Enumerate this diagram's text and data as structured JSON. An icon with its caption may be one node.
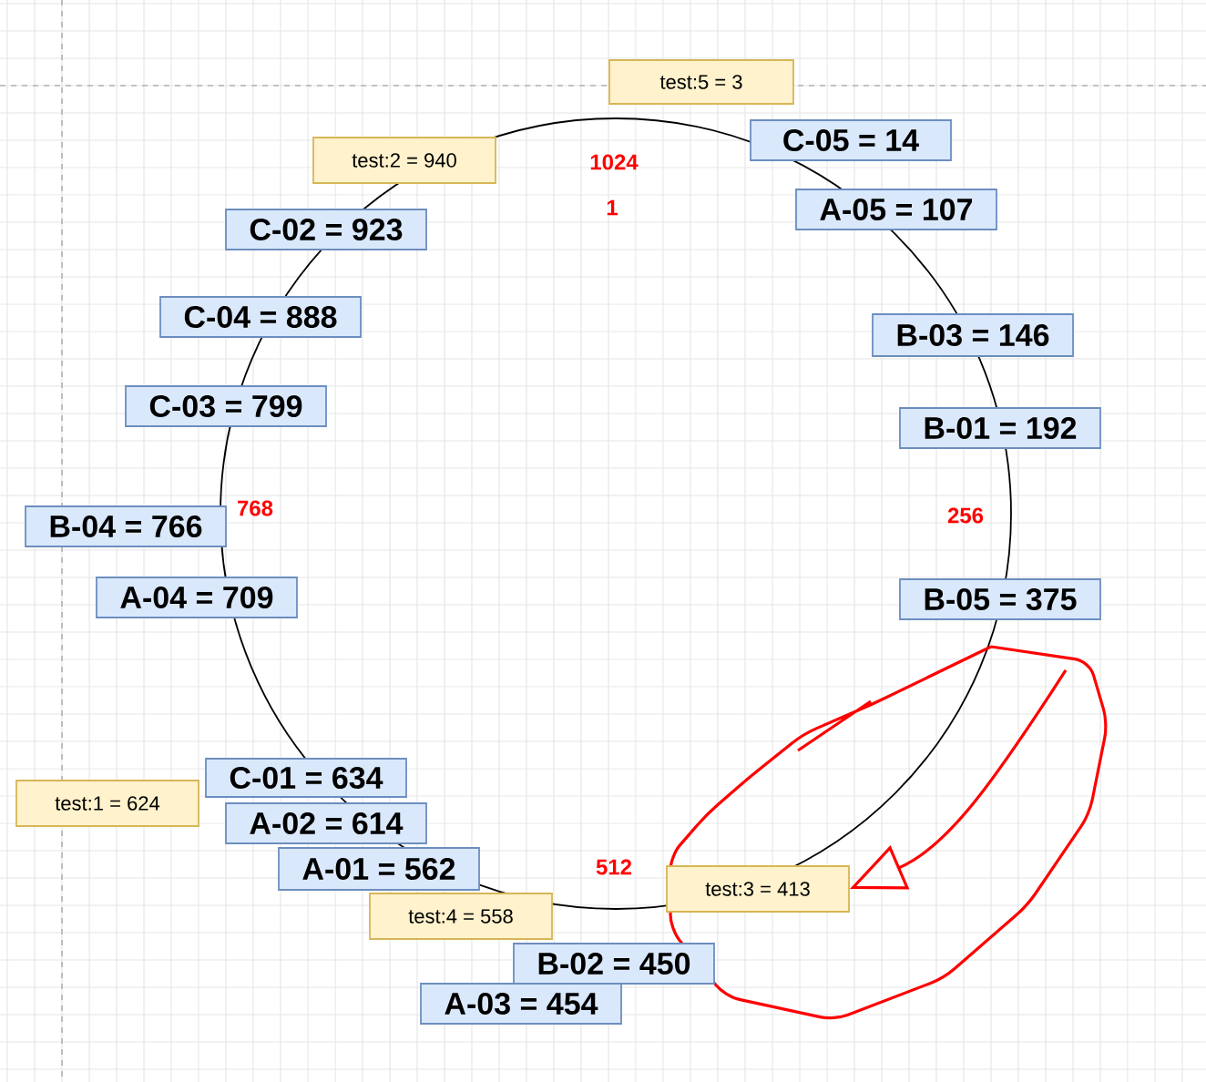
{
  "diagram": {
    "nodes": [
      {
        "text": [
          "test:5 = 3"
        ]
      },
      {
        "text": [
          "C-05 = 14"
        ]
      },
      {
        "text": [
          "test:2 = 940"
        ]
      },
      {
        "text": [
          "A-05 = 107"
        ]
      },
      {
        "text": [
          "C-02 = 923"
        ]
      },
      {
        "text": [
          "C-04 = 888"
        ]
      },
      {
        "text": [
          "B-03 = 146"
        ]
      },
      {
        "text": [
          "C-03 = 799"
        ]
      },
      {
        "text": [
          "B-01 = 192"
        ]
      },
      {
        "text": [
          "B-04 = 766"
        ]
      },
      {
        "text": [
          "A-04 = 709"
        ]
      },
      {
        "text": [
          "B-05 = 375"
        ]
      },
      {
        "text": [
          "C-01 = 634"
        ]
      },
      {
        "text": [
          "test:1 = 624"
        ]
      },
      {
        "text": [
          "A-02 = 614"
        ]
      },
      {
        "text": [
          "A-01 = 562"
        ]
      },
      {
        "text": [
          "test:4 = 558"
        ]
      },
      {
        "text": [
          "test:3 = 413"
        ]
      },
      {
        "text": [
          "B-02 = 450"
        ]
      },
      {
        "text": [
          "A-03 = 454"
        ]
      }
    ],
    "edges": [
      {
        "from": null,
        "to": 17,
        "arrow": "to",
        "color": "#ff0000"
      }
    ],
    "labels": [
      "1024",
      "1",
      "768",
      "256",
      "512"
    ]
  }
}
